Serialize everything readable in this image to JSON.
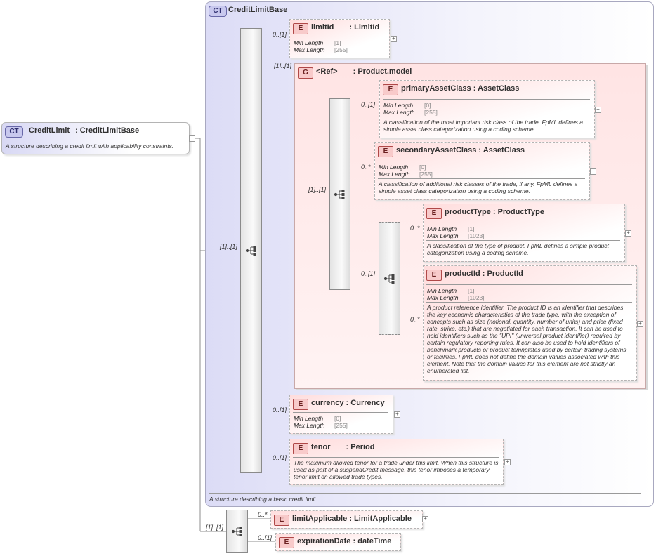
{
  "root": {
    "badge": "CT",
    "name": "CreditLimit",
    "type": "CreditLimitBase",
    "doc": "A structure describing a credit limit with applicability constraints."
  },
  "complex_type": {
    "badge": "CT",
    "name": "CreditLimitBase",
    "doc": "A structure describing a basic credit limit."
  },
  "group": {
    "badge": "G",
    "ref": "<Ref>",
    "type": "Product.model"
  },
  "facet_labels": {
    "min": "Min Length",
    "max": "Max Length"
  },
  "elements": {
    "limitId": {
      "badge": "E",
      "name": "limitId",
      "type": "LimitId",
      "min": "[1]",
      "max": "[255]",
      "card": "0..[1]"
    },
    "primaryAssetClass": {
      "badge": "E",
      "name": "primaryAssetClass",
      "type": "AssetClass",
      "min": "[0]",
      "max": "[255]",
      "card": "0..[1]",
      "doc": "A classification of the most important risk class of the trade. FpML defines a simple asset class categorization using a coding scheme."
    },
    "secondaryAssetClass": {
      "badge": "E",
      "name": "secondaryAssetClass",
      "type": "AssetClass",
      "min": "[0]",
      "max": "[255]",
      "card": "0..*",
      "doc": "A classification of additional risk classes of the trade, if any. FpML defines a simple asset class categorization using a coding scheme."
    },
    "productType": {
      "badge": "E",
      "name": "productType",
      "type": "ProductType",
      "min": "[1]",
      "max": "[1023]",
      "card": "0..*",
      "doc": "A classification of the type of product. FpML defines a simple product categorization using a coding scheme."
    },
    "productId": {
      "badge": "E",
      "name": "productId",
      "type": "ProductId",
      "min": "[1]",
      "max": "[1023]",
      "card": "0..*",
      "doc": "A product reference identifier. The product ID is an identifier that describes the key economic characteristics of the trade type, with the exception of concepts such as size (notional, quantity, number of units) and price (fixed rate, strike, etc.) that are negotiated for each transaction. It can be used to hold identifiers such as the \"UPI\" (universal product identifier) required by certain regulatory reporting rules. It can also be used to hold identifiers of benchmark products or product temnplates used by certain trading systems or facilities. FpML does not define the domain values associated with this element. Note that the domain values for this element are not strictly an enumerated list."
    },
    "currency": {
      "badge": "E",
      "name": "currency",
      "type": "Currency",
      "min": "[0]",
      "max": "[255]",
      "card": "0..[1]"
    },
    "tenor": {
      "badge": "E",
      "name": "tenor",
      "type": "Period",
      "card": "0..[1]",
      "doc": "The maximum allowed tenor for a trade under this limit. When this structure is used as part of a suspendCredit message, this tenor imposes a temporary tenor limit on allowed trade types."
    },
    "limitApplicable": {
      "badge": "E",
      "name": "limitApplicable",
      "type": "LimitApplicable",
      "card": "0..*"
    },
    "expirationDate": {
      "badge": "E",
      "name": "expirationDate",
      "type": "dateTime",
      "card": "0..[1]"
    }
  },
  "cardinalities": {
    "main_seq": "[1]..[1]",
    "group_ref": "[1]..[1]",
    "inner_seq": "[1]..[1]",
    "choice": "0..[1]",
    "ext_seq": "[1]..[1]"
  },
  "plus_sign": "+",
  "minus_sign": "−",
  "separator": ":"
}
